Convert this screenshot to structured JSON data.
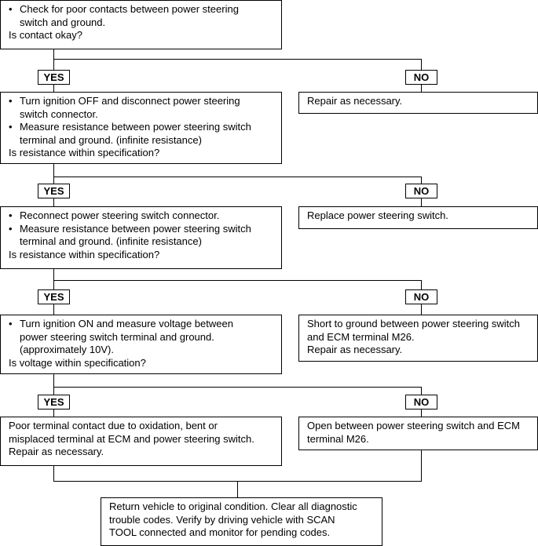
{
  "labels": {
    "yes": "YES",
    "no": "NO"
  },
  "steps": [
    {
      "main": {
        "bullets": [
          [
            "Check for poor contacts between power steering",
            "switch and ground."
          ]
        ],
        "question": "Is contact okay?"
      }
    },
    {
      "main": {
        "bullets": [
          [
            "Turn ignition OFF and disconnect power steering",
            "switch connector."
          ],
          [
            "Measure resistance between power steering switch",
            "terminal and ground. (infinite resistance)"
          ]
        ],
        "question": "Is resistance within specification?"
      },
      "no_action": [
        "Repair as necessary."
      ]
    },
    {
      "main": {
        "bullets": [
          [
            "Reconnect power steering switch connector."
          ],
          [
            "Measure resistance between power steering switch",
            "terminal and ground. (infinite resistance)"
          ]
        ],
        "question": "Is resistance within specification?"
      },
      "no_action": [
        "Replace power steering switch."
      ]
    },
    {
      "main": {
        "bullets": [
          [
            "Turn ignition ON and measure voltage between",
            "power steering switch terminal and ground.",
            "(approximately 10V)."
          ]
        ],
        "question": "Is voltage within specification?"
      },
      "no_action": [
        "Short to ground between power steering switch",
        "and ECM terminal M26.",
        "Repair as necessary."
      ]
    },
    {
      "yes_action": [
        "Poor terminal contact due to oxidation, bent or",
        "misplaced terminal at ECM and power steering switch.",
        "Repair as necessary."
      ],
      "no_action": [
        "Open between power steering switch and ECM",
        "terminal M26."
      ]
    }
  ],
  "final": [
    "Return vehicle to original condition. Clear all diagnostic",
    "trouble codes. Verify by driving vehicle with SCAN",
    "TOOL connected and monitor for pending codes."
  ],
  "icons": {
    "bullet": "•"
  }
}
